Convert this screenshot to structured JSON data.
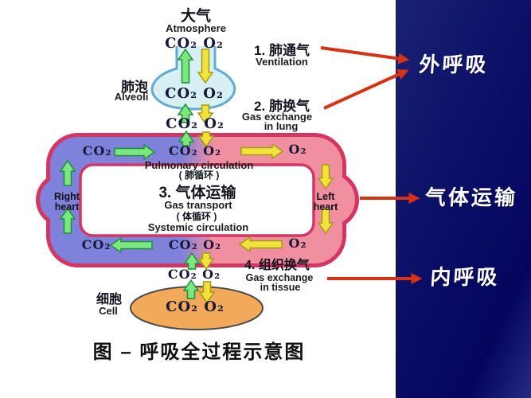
{
  "colors": {
    "panel_navy": "#0a0f66",
    "loop_border": "#d33663",
    "vein_purple": "#7f82da",
    "artery_pink": "#f08fa0",
    "co2_green": "#7be87f",
    "co2_green_edge": "#1e8c3c",
    "o2_yellow": "#f2e23c",
    "o2_yellow_edge": "#a39b15",
    "alveolus_fill": "#d7f0f3",
    "alveolus_stroke": "#63aad4",
    "cell_fill": "#f2a95a",
    "cell_stroke": "#4a4a46",
    "annotation_red": "#d63214"
  },
  "gases": {
    "pair": "CO₂ O₂",
    "co2": "CO₂",
    "o2": "O₂"
  },
  "atmosphere": {
    "zh": "大气",
    "en": "Atmosphere"
  },
  "alveoli": {
    "zh": "肺泡",
    "en": "Alveoli"
  },
  "cell": {
    "zh": "细胞",
    "en": "Cell"
  },
  "steps": {
    "s1": {
      "title": "1. 肺通气",
      "sub1": "Ventilation"
    },
    "s2": {
      "title": "2. 肺换气",
      "sub1": "Gas exchange",
      "sub2": "in lung"
    },
    "s3": {
      "title": "3. 气体运输",
      "sub1": "Gas transport"
    },
    "s4": {
      "title": "4. 组织换气",
      "sub1": "Gas exchange",
      "sub2": "in tissue"
    }
  },
  "loop": {
    "pulmonary_en": "Pulmonary circulation",
    "pulmonary_zh": "( 肺循环 )",
    "systemic_zh": "( 体循环 )",
    "systemic_en": "Systemic circulation",
    "right_heart_line1": "Right",
    "right_heart_line2": "heart",
    "left_heart_line1": "Left",
    "left_heart_line2": "heart"
  },
  "side_panel": {
    "external_respiration": "外呼吸",
    "gas_transport": "气体运输",
    "internal_respiration": "内呼吸"
  },
  "caption": "图 – 呼吸全过程示意图"
}
